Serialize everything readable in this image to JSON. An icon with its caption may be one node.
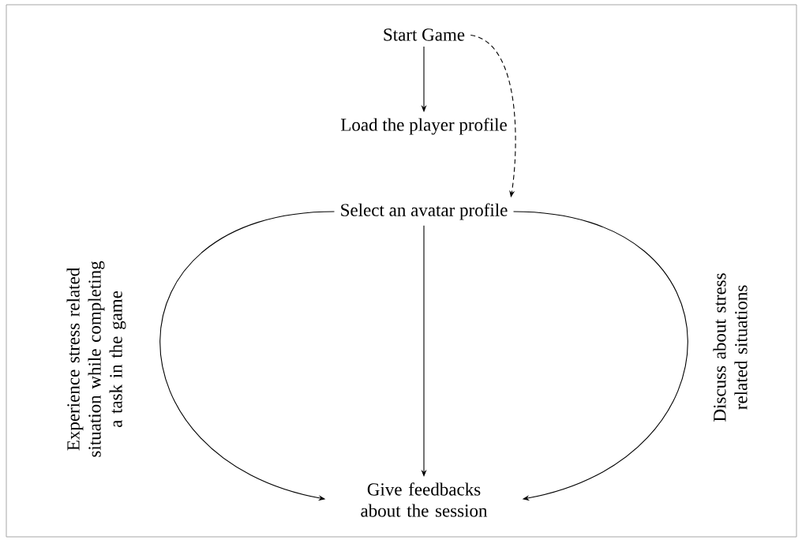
{
  "diagram": {
    "nodes": [
      {
        "text": [
          "Start Game"
        ]
      },
      {
        "text": [
          "Load the player profile"
        ]
      },
      {
        "text": [
          "Select an avatar profile"
        ]
      },
      {
        "text": [
          "Give feedbacks about the session"
        ]
      }
    ],
    "edges": [
      {
        "from": 0,
        "to": 1,
        "arrow": "to"
      },
      {
        "from": 0,
        "to": 2,
        "arrow": "to",
        "style": "dashed"
      },
      {
        "from": 2,
        "to": 3,
        "arrow": "to"
      },
      {
        "from": 2,
        "to": 3,
        "arrow": "to",
        "label": "Experience stress related situation while completing a task in the game"
      },
      {
        "from": 2,
        "to": 3,
        "arrow": "to",
        "label": "Discuss about stress related situations"
      }
    ]
  }
}
